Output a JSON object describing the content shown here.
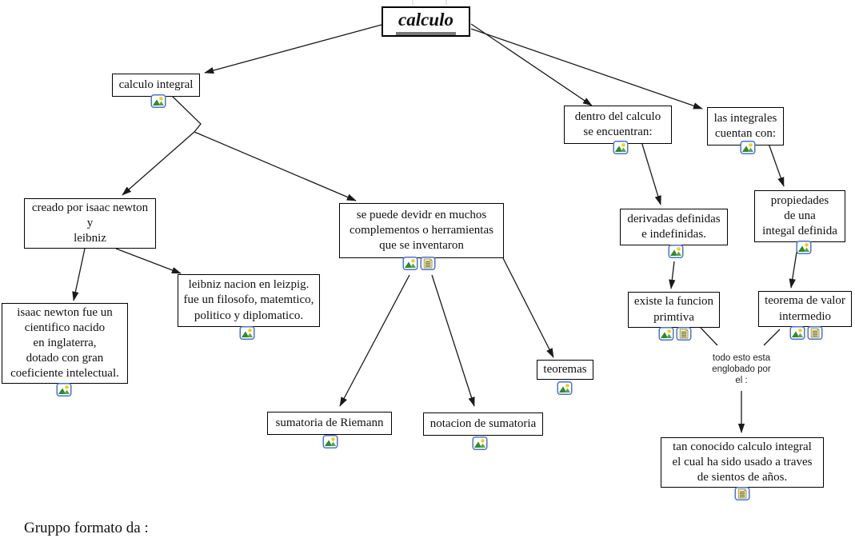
{
  "title": {
    "label": "calculo"
  },
  "nodes": {
    "calculo_integral": {
      "label": "calculo integral"
    },
    "dentro": {
      "label": "dentro del calculo\nse encuentran:"
    },
    "las_integrales": {
      "label": "las integrales\ncuentan con:"
    },
    "creado": {
      "label": "creado por isaac newton\ny\nleibniz"
    },
    "se_puede": {
      "label": "se puede devidr en muchos\ncomplementos o herramientas\nque se inventaron"
    },
    "isaac": {
      "label": "isaac newton fue un\ncientifico nacido\nen inglaterra,\ndotado con gran\ncoeficiente intelectual."
    },
    "leibniz": {
      "label": "leibniz nacion en leizpig.\nfue un filosofo, matemtico,\npolitico y diplomatico."
    },
    "derivadas": {
      "label": "derivadas definidas\ne indefinidas."
    },
    "propiedades": {
      "label": "propiedades\nde una\nintegal definida"
    },
    "existe": {
      "label": "existe la funcion\nprimtiva"
    },
    "teorema_valor": {
      "label": "teorema de valor\nintermedio"
    },
    "teoremas": {
      "label": "teoremas"
    },
    "sumatoria": {
      "label": "sumatoria de Riemann"
    },
    "notacion": {
      "label": "notacion de sumatoria"
    },
    "tan_conocido": {
      "label": "tan conocido calculo integral\nel cual ha sido usado a traves\nde sientos de años."
    }
  },
  "linking_phrase": {
    "label": "todo esto esta\nenglobado por\nel :"
  },
  "footer": {
    "label": "Gruppo formato da :"
  },
  "icons": {
    "image_attachment": "picture-resource",
    "note_attachment": "text-note-resource"
  },
  "colors": {
    "node_border": "#000000",
    "node_background": "#ffffff",
    "line": "#1a1a1a",
    "icon_border": "#4a74cc",
    "sun_yellow": "#f2cf1d",
    "mountain_green": "#2e8b2e",
    "note_paper": "#faf3a0",
    "title_underline": "#7a7a7a"
  }
}
